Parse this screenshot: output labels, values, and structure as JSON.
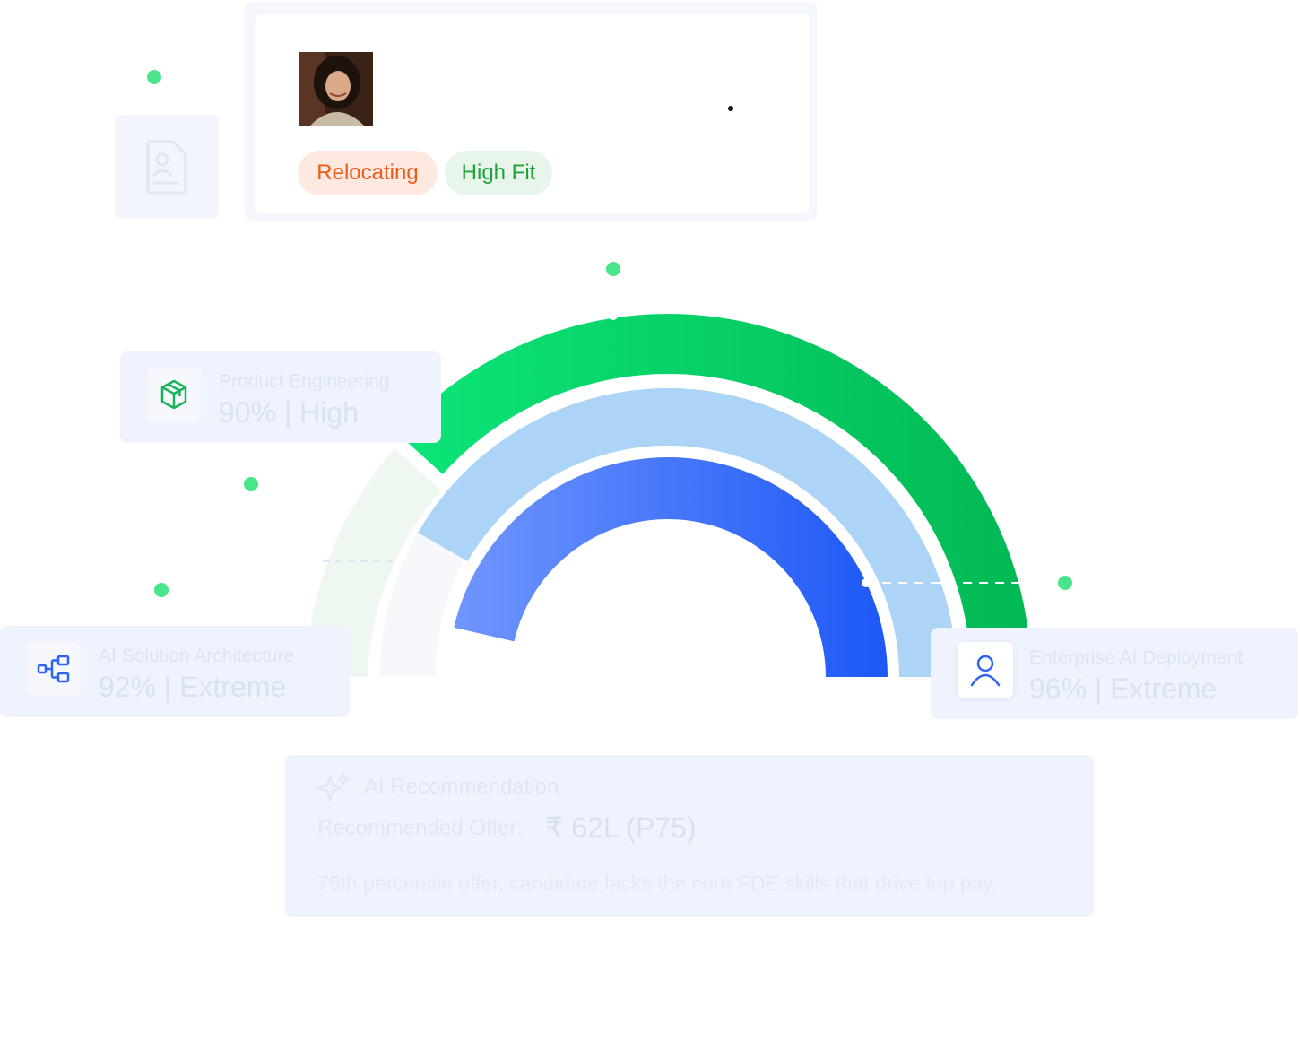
{
  "profile": {
    "tags": [
      {
        "label": "Relocating",
        "color": "#f05a1a",
        "background": "#fde9e0"
      },
      {
        "label": "High Fit",
        "color": "#22a33a",
        "background": "#e8f5ea"
      }
    ]
  },
  "skills": {
    "product_engineering": {
      "title": "Product Engineering",
      "value": "90% | High",
      "icon": "cube-icon"
    },
    "ai_solution_architecture": {
      "title": "AI Solution Architecture",
      "value": "92% | Extreme",
      "icon": "hierarchy-icon"
    },
    "enterprise_ai_deployment": {
      "title": "Enterprise AI Deployment",
      "value": "96% | Extreme",
      "icon": "user-icon"
    }
  },
  "recommendation": {
    "title": "AI Recommendation",
    "offer_label": "Recommended Offer:",
    "offer_value": "₹ 62L (P75)",
    "note": "75th percentile offer, candidate lacks the core FDE skills that drive top pay.",
    "icon": "sparkle-icon"
  },
  "gauge": {
    "rings": [
      {
        "name": "product-engineering",
        "fill": 0.9,
        "color": "#05c25e"
      },
      {
        "name": "ai-solution-architecture",
        "fill": 0.92,
        "color": "#a8d3f7"
      },
      {
        "name": "enterprise-ai-deployment",
        "fill": 0.96,
        "color": "#3b6cf5"
      }
    ]
  },
  "colors": {
    "accent_green": "#4ae58a",
    "accent_blue": "#2f63f4"
  }
}
